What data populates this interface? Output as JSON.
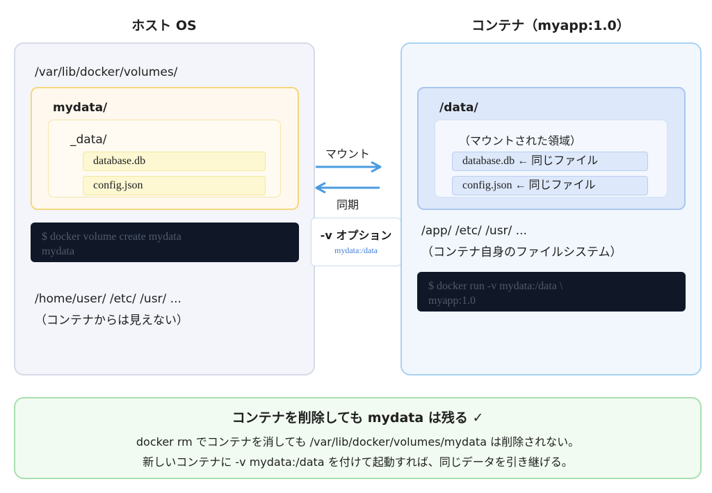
{
  "host": {
    "title": "ホスト OS",
    "volumes_path": "/var/lib/docker/volumes/",
    "volume_name": "mydata/",
    "data_dir": "_data/",
    "files": [
      "database.db",
      "config.json"
    ],
    "command_line1": "$ docker volume create mydata",
    "command_line2": "mydata",
    "other_dirs": "/home/user/ /etc/ /usr/ ...",
    "other_note": "（コンテナからは見えない）"
  },
  "middle": {
    "mount_label": "マウント",
    "sync_label": "同期",
    "option_title": "-v オプション",
    "option_value": "mydata:/data"
  },
  "container": {
    "title": "コンテナ（myapp:1.0）",
    "data_dir": "/data/",
    "mounted_note": "（マウントされた領域）",
    "files": [
      "database.db ← 同じファイル",
      "config.json ← 同じファイル"
    ],
    "other_dirs": "/app/ /etc/ /usr/ ...",
    "other_note": "（コンテナ自身のファイルシステム）",
    "command_line1": "$ docker run -v mydata:/data \\",
    "command_line2": "myapp:1.0"
  },
  "footer": {
    "title": "コンテナを削除しても mydata は残る ✓",
    "line1": "docker rm でコンテナを消しても /var/lib/docker/volumes/mydata は削除されない。",
    "line2": "新しいコンテナに -v mydata:/data を付けて起動すれば、同じデータを引き継げる。"
  },
  "colors": {
    "host_bg": "#f3f5fa",
    "host_border": "#d5dae6",
    "volume_border": "#f5d77a",
    "volume_bg": "#fff8ef",
    "file_bg": "#fdf8d2",
    "container_bg": "#f1f7fd",
    "container_border": "#a8d2f2",
    "mount_bg": "#dde8fa",
    "arrow": "#4a9be0",
    "footer_bg": "#f1fbf1",
    "footer_border": "#a9dfb0"
  }
}
